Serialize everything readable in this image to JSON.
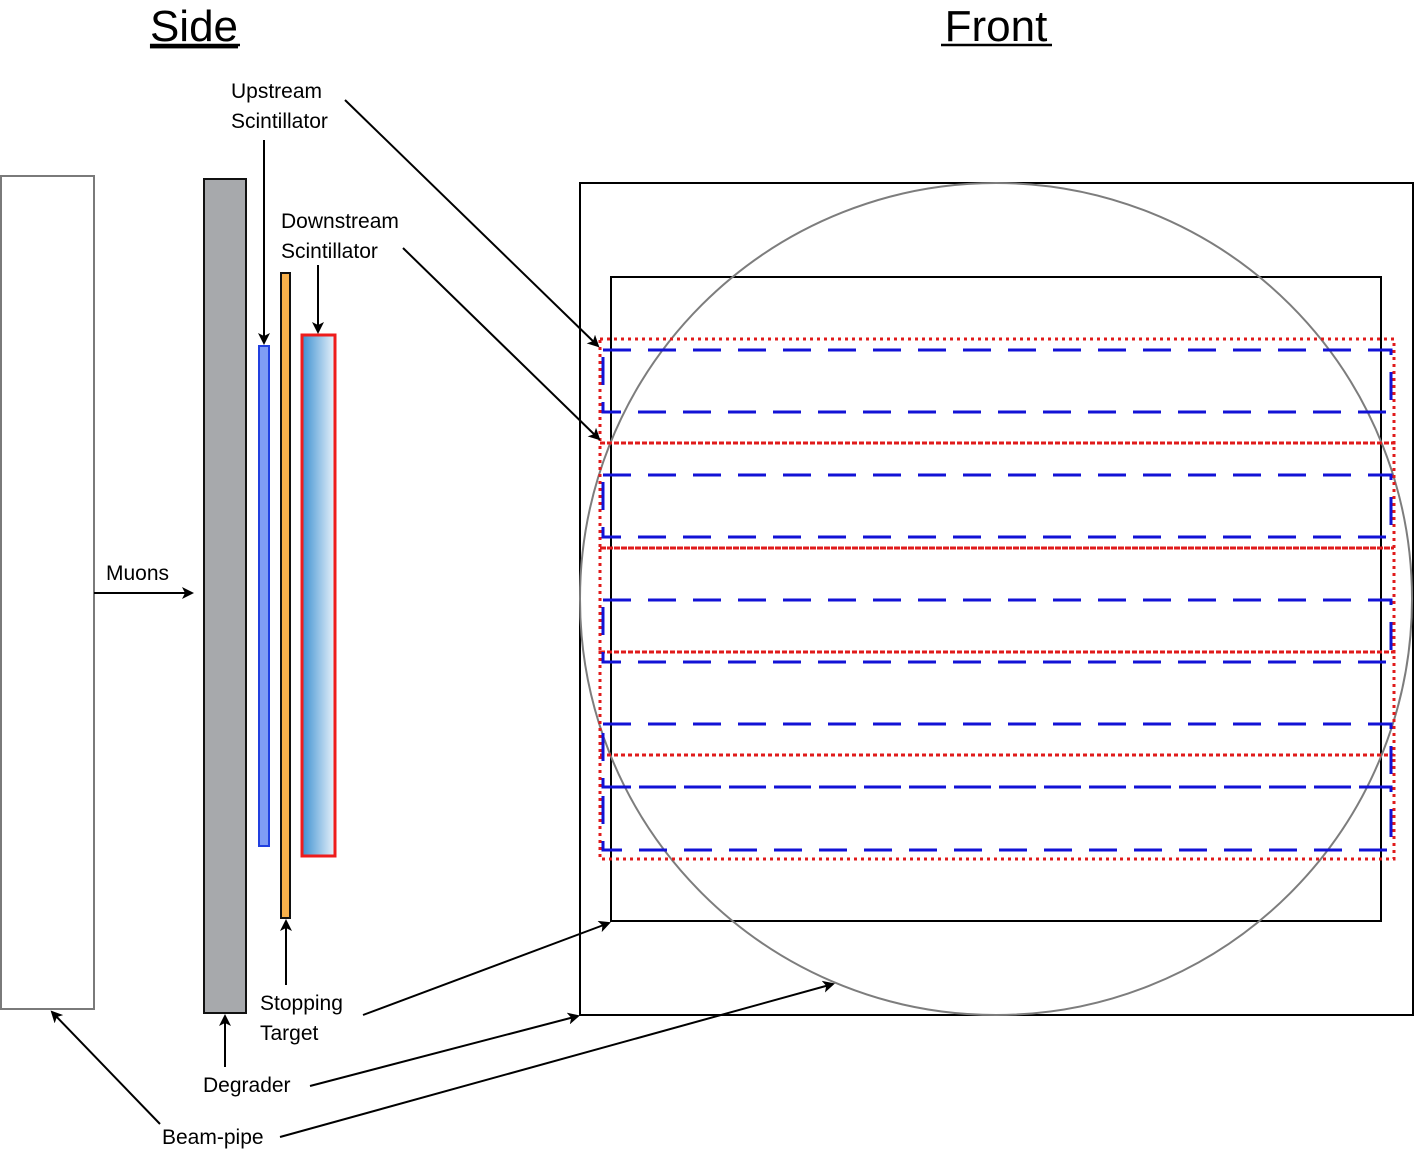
{
  "headings": {
    "side": "Side",
    "front": "Front"
  },
  "labels": {
    "upstream_line1": "Upstream",
    "upstream_line2": "Scintillator",
    "downstream_line1": "Downstream",
    "downstream_line2": "Scintillator",
    "muons": "Muons",
    "stopping_line1": "Stopping",
    "stopping_line2": "Target",
    "degrader": "Degrader",
    "beam_pipe": "Beam-pipe"
  },
  "colors": {
    "degrader_fill": "#a7a9ac",
    "upstream_fill": "#7f9cf5",
    "upstream_stroke": "#2140e0",
    "target_fill": "#f7b04b",
    "downstream_stroke": "#ee1c1c",
    "downstream_gradient_start": "#3b8fd0",
    "downstream_gradient_end": "#eaf3fb",
    "dotted_red": "#e01b1b",
    "dashed_blue": "#1212d6",
    "circle_stroke": "#7d7d7d"
  }
}
